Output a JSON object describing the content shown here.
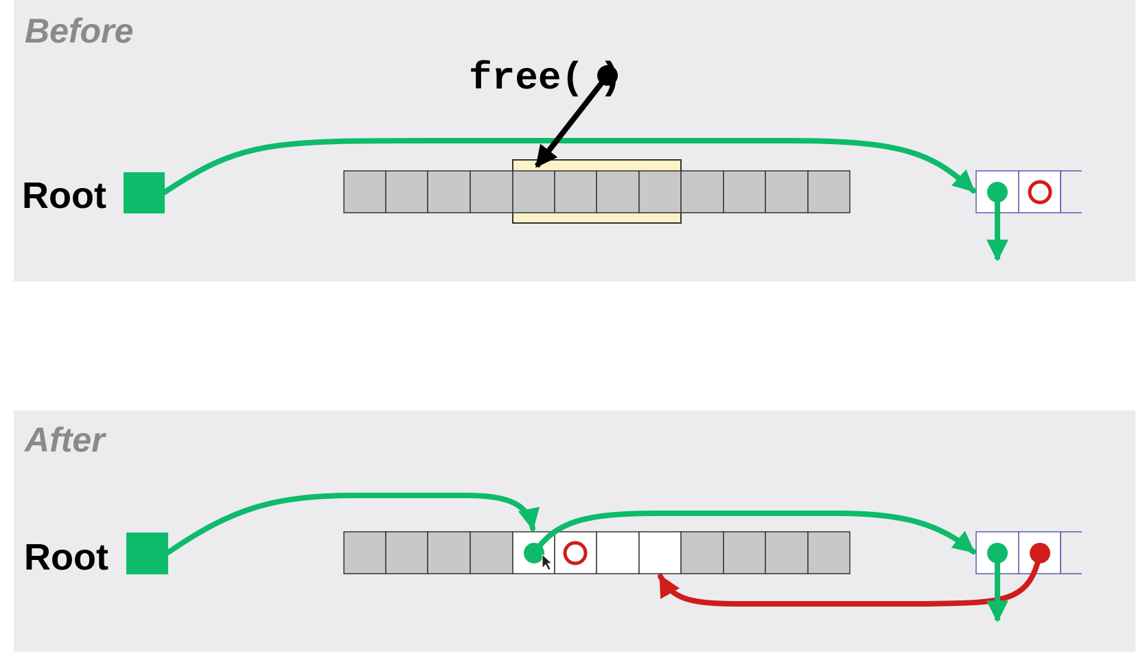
{
  "before": {
    "title": "Before",
    "root_label": "Root",
    "call_label": "free(",
    "call_close": ")"
  },
  "after": {
    "title": "After",
    "root_label": "Root"
  },
  "colors": {
    "panel_bg": "#ececef",
    "block_gray": "#c8c8c8",
    "highlight": "#fbf3c8",
    "green": "#0dbb6a",
    "red": "#d01c1c",
    "black": "#000000",
    "title_gray": "#8a8a8a",
    "list_border": "#5b5bb0"
  },
  "icons": {
    "root": "green-square-icon",
    "pointer_dot": "filled-circle-icon",
    "empty_link": "hollow-circle-icon"
  }
}
